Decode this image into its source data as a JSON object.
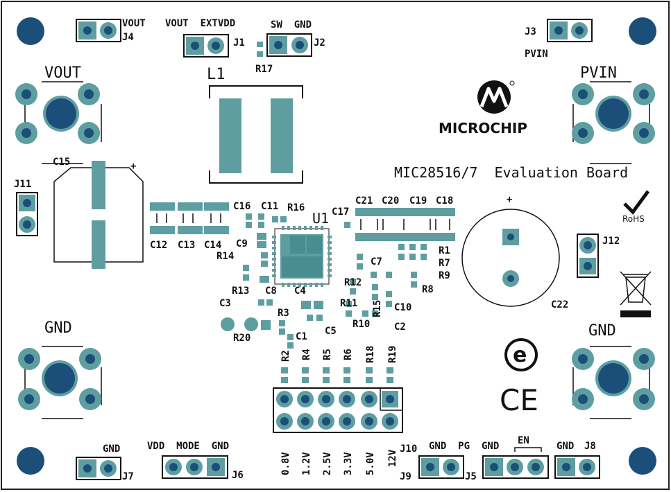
{
  "board": {
    "title": "MIC28516/7  Evaluation Board",
    "manufacturer": "MICROCHIP",
    "colors": {
      "copper": "#5e9ea1",
      "hole": "#1b4f7a",
      "silk": "#111111",
      "background": "#ffffff"
    }
  },
  "connectors": {
    "J4": {
      "ref": "J4",
      "pins": "VOUT"
    },
    "J1": {
      "ref": "J1",
      "pins": "VOUT  EXTVDD"
    },
    "J2": {
      "ref": "J2",
      "pins": "SW  GND"
    },
    "J3": {
      "ref": "J3",
      "pins": "PVIN"
    },
    "J11": {
      "ref": "J11"
    },
    "J12": {
      "ref": "J12"
    },
    "J7": {
      "ref": "J7",
      "pins": "GND"
    },
    "J6": {
      "ref": "J6",
      "pins": "VDD  MODE  GND"
    },
    "J10": {
      "ref": "J10"
    },
    "J9": {
      "ref": "J9",
      "pins": "GND  PG"
    },
    "J5": {
      "ref": "J5",
      "pins": "GND",
      "en": "EN"
    },
    "J8": {
      "ref": "J8",
      "pins": "GND"
    }
  },
  "terminals": {
    "vout": "VOUT",
    "pvin": "PVIN",
    "gnd_left": "GND",
    "gnd_right": "GND"
  },
  "components": {
    "L1": "L1",
    "R17": "R17",
    "C15": "C15",
    "C12": "C12",
    "C13": "C13",
    "C14": "C14",
    "C16": "C16",
    "C11": "C11",
    "R16": "R16",
    "U1": "U1",
    "C17": "C17",
    "C21": "C21",
    "C20": "C20",
    "C19": "C19",
    "C18": "C18",
    "C9": "C9",
    "R14": "R14",
    "R13": "R13",
    "C8": "C8",
    "C3": "C3",
    "C4": "C4",
    "R20": "R20",
    "R3": "R3",
    "C1": "C1",
    "C5": "C5",
    "C7": "C7",
    "R12": "R12",
    "R11": "R11",
    "R10": "R10",
    "R15": "R15",
    "C10": "C10",
    "C2": "C2",
    "R1": "R1",
    "R7": "R7",
    "R9": "R9",
    "R8": "R8",
    "C22": "C22",
    "R2": "R2",
    "R4": "R4",
    "R5": "R5",
    "R6": "R6",
    "R18": "R18",
    "R19": "R19",
    "plus1": "+",
    "plus2": "+"
  },
  "voltage_select": [
    "0.8V",
    "1.2V",
    "2.5V",
    "3.3V",
    "5.0V",
    "12V"
  ],
  "marks": {
    "rohs": "RoHS",
    "ce": "CE"
  }
}
